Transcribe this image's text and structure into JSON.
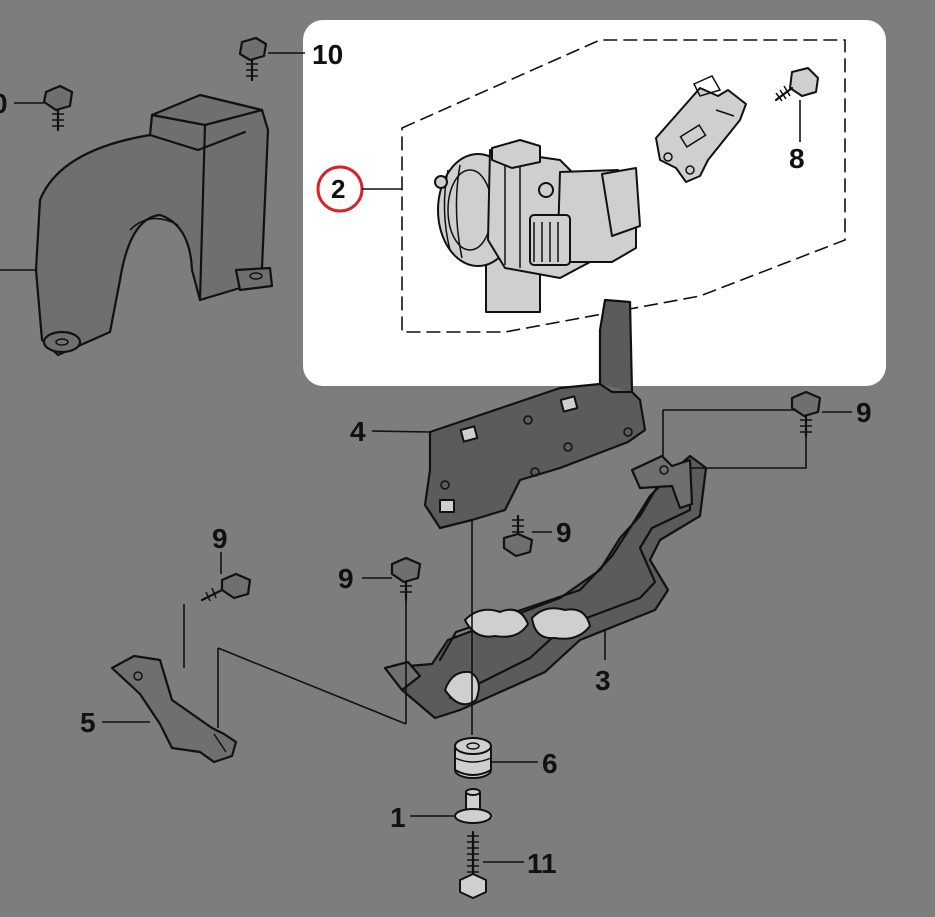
{
  "diagram": {
    "callouts": {
      "c10": "10",
      "c2": "2",
      "c8": "8",
      "c9a": "9",
      "c4": "4",
      "c9b": "9",
      "c9c": "9",
      "c9d": "9",
      "c3": "3",
      "c5": "5",
      "c6": "6",
      "c1": "1",
      "c11": "11",
      "c10_partial": "0"
    },
    "highlighted_part": "2",
    "colors": {
      "background": "#7d7d7d",
      "highlight_panel": "#ffffff",
      "highlight_ring": "#d8232a",
      "line": "#111111"
    },
    "parts": [
      "bolt-icon",
      "cover-icon",
      "actuator-icon",
      "bracket-clip-icon",
      "bracket-plate-icon",
      "stay-bracket-icon",
      "rubber-mount-icon",
      "collar-icon",
      "side-bracket-icon"
    ]
  }
}
